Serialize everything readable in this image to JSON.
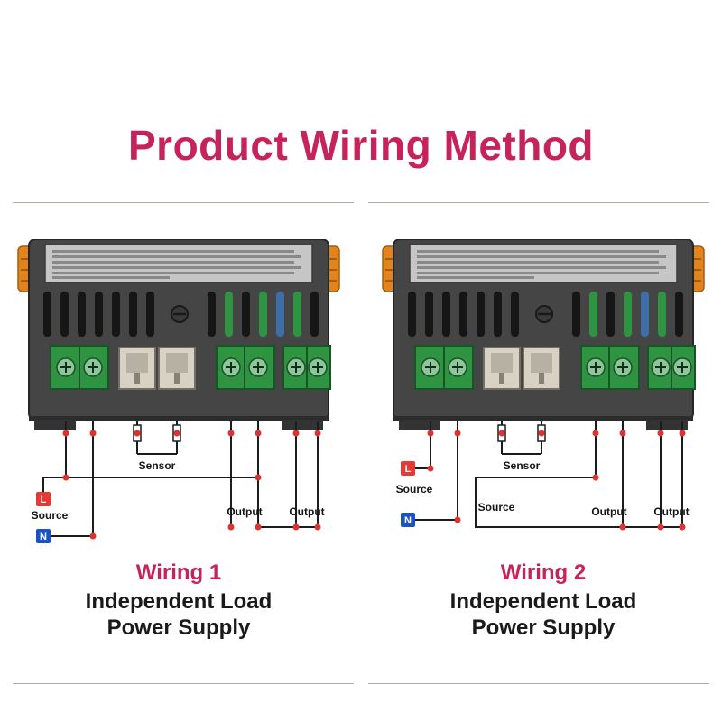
{
  "title": "Product Wiring Method",
  "accent_color": "#c6235b",
  "wire_color": "#1c1c1c",
  "dot_color": "#e03131",
  "l_badge_color": "#e53935",
  "n_badge_color": "#1a53c0",
  "terminal_green": "#2f9441",
  "device_gray": "#454545",
  "ear_orange": "#e2841e",
  "figures": [
    {
      "caption_title": "Wiring 1",
      "caption_line1": "Independent Load",
      "caption_line2": "Power Supply",
      "labels": {
        "l": "L",
        "n": "N",
        "source": "Source",
        "sensor": "Sensor",
        "output1": "Output",
        "output2": "Output"
      }
    },
    {
      "caption_title": "Wiring 2",
      "caption_line1": "Independent Load",
      "caption_line2": "Power Supply",
      "labels": {
        "l": "L",
        "n": "N",
        "source_main": "Source",
        "source_load": "Source",
        "sensor": "Sensor",
        "output1": "Output",
        "output2": "Output"
      }
    }
  ]
}
